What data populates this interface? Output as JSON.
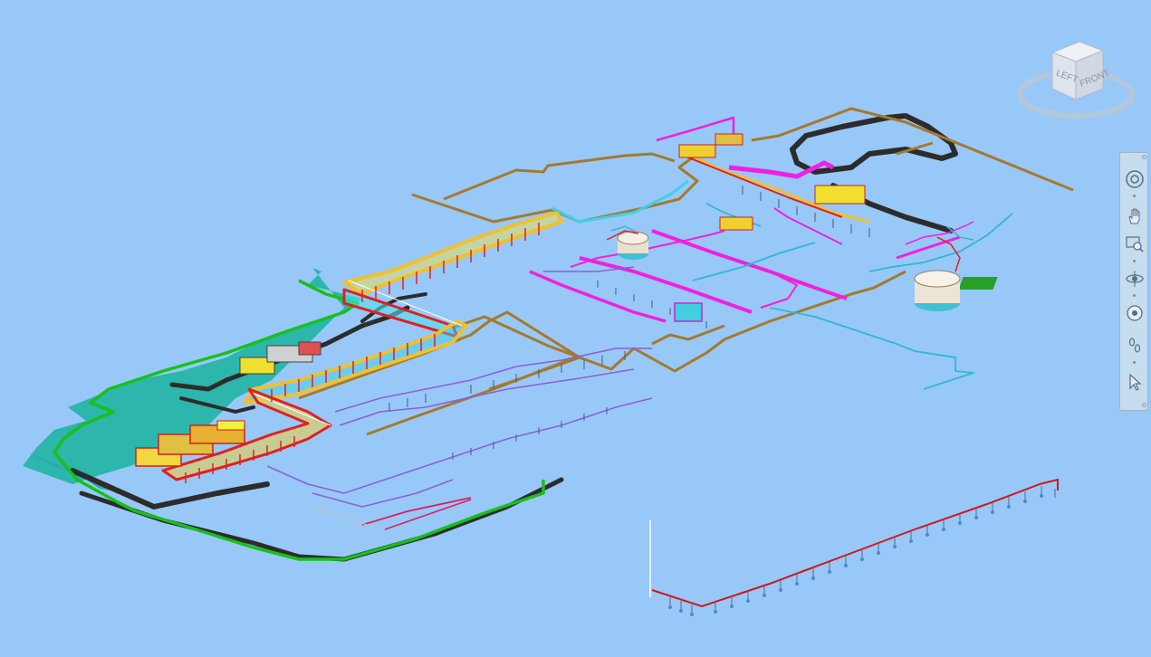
{
  "viewcube": {
    "face_left": "LEFT",
    "face_front": "FRONT"
  },
  "navbar": {
    "tools": [
      {
        "name": "steering-wheel",
        "icon": "steering-wheel-icon"
      },
      {
        "name": "pan",
        "icon": "hand-icon"
      },
      {
        "name": "zoom",
        "icon": "zoom-window-icon"
      },
      {
        "name": "orbit",
        "icon": "orbit-icon"
      },
      {
        "name": "look",
        "icon": "look-icon"
      },
      {
        "name": "walk",
        "icon": "walk-icon"
      },
      {
        "name": "select",
        "icon": "cursor-icon"
      }
    ]
  },
  "colors": {
    "background": "#98c8f8",
    "pipe_brown": "#a07830",
    "pipe_magenta": "#f020e0",
    "pipe_cyan": "#20c8d8",
    "pipe_green": "#20c020",
    "pipe_red": "#d01818",
    "pipe_purple": "#8a60d0",
    "road": "#303030",
    "ground_teal": "#20b8a8"
  }
}
